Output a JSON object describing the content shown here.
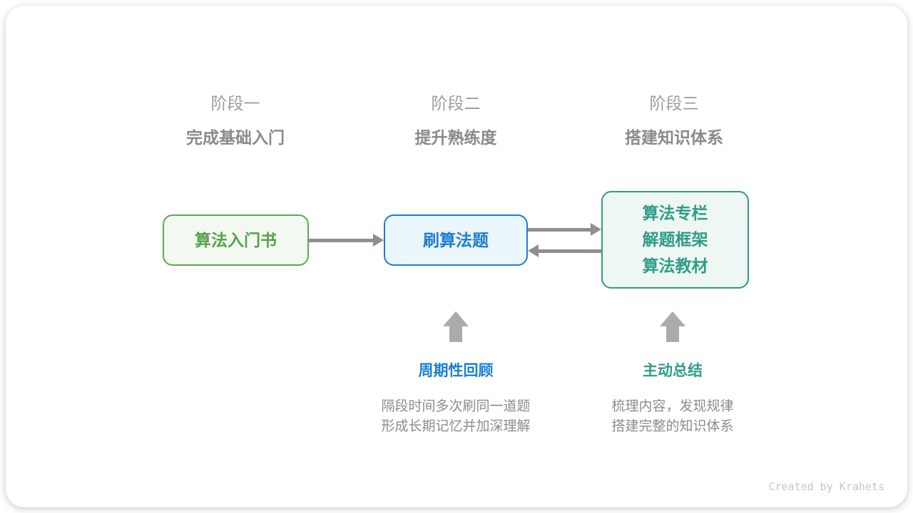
{
  "colors": {
    "green_text": "#55a24e",
    "green_border": "#5ea758",
    "green_bg": "#f3f9f0",
    "blue_text": "#1b7ed2",
    "blue_bg": "#ebf5fc",
    "teal_text": "#2f9c89",
    "teal_border": "#34998a",
    "teal_bg": "#eef7f3",
    "stage_label_gray": "#9c9c9c",
    "stage_subtitle_gray": "#8a8a8a",
    "connector_gray": "#8f8f8f",
    "up_arrow_gray": "#ababab",
    "description_gray": "#8c8c8c",
    "credit_gray": "#c5c5c5"
  },
  "stages": [
    {
      "label": "阶段一",
      "subtitle": "完成基础入门"
    },
    {
      "label": "阶段二",
      "subtitle": "提升熟练度"
    },
    {
      "label": "阶段三",
      "subtitle": "搭建知识体系"
    }
  ],
  "nodes": {
    "beginner_book": {
      "label": "算法入门书"
    },
    "practice": {
      "label": "刷算法题"
    },
    "resources": {
      "lines": [
        "算法专栏",
        "解题框架",
        "算法教材"
      ]
    }
  },
  "annotations": {
    "review": {
      "title": "周期性回顾",
      "desc_line1": "隔段时间多次刷同一道题",
      "desc_line2": "形成长期记忆并加深理解"
    },
    "summary": {
      "title": "主动总结",
      "desc_line1": "梳理内容，发现规律",
      "desc_line2": "搭建完整的知识体系"
    }
  },
  "footer": {
    "credit": "Created by Krahets"
  }
}
